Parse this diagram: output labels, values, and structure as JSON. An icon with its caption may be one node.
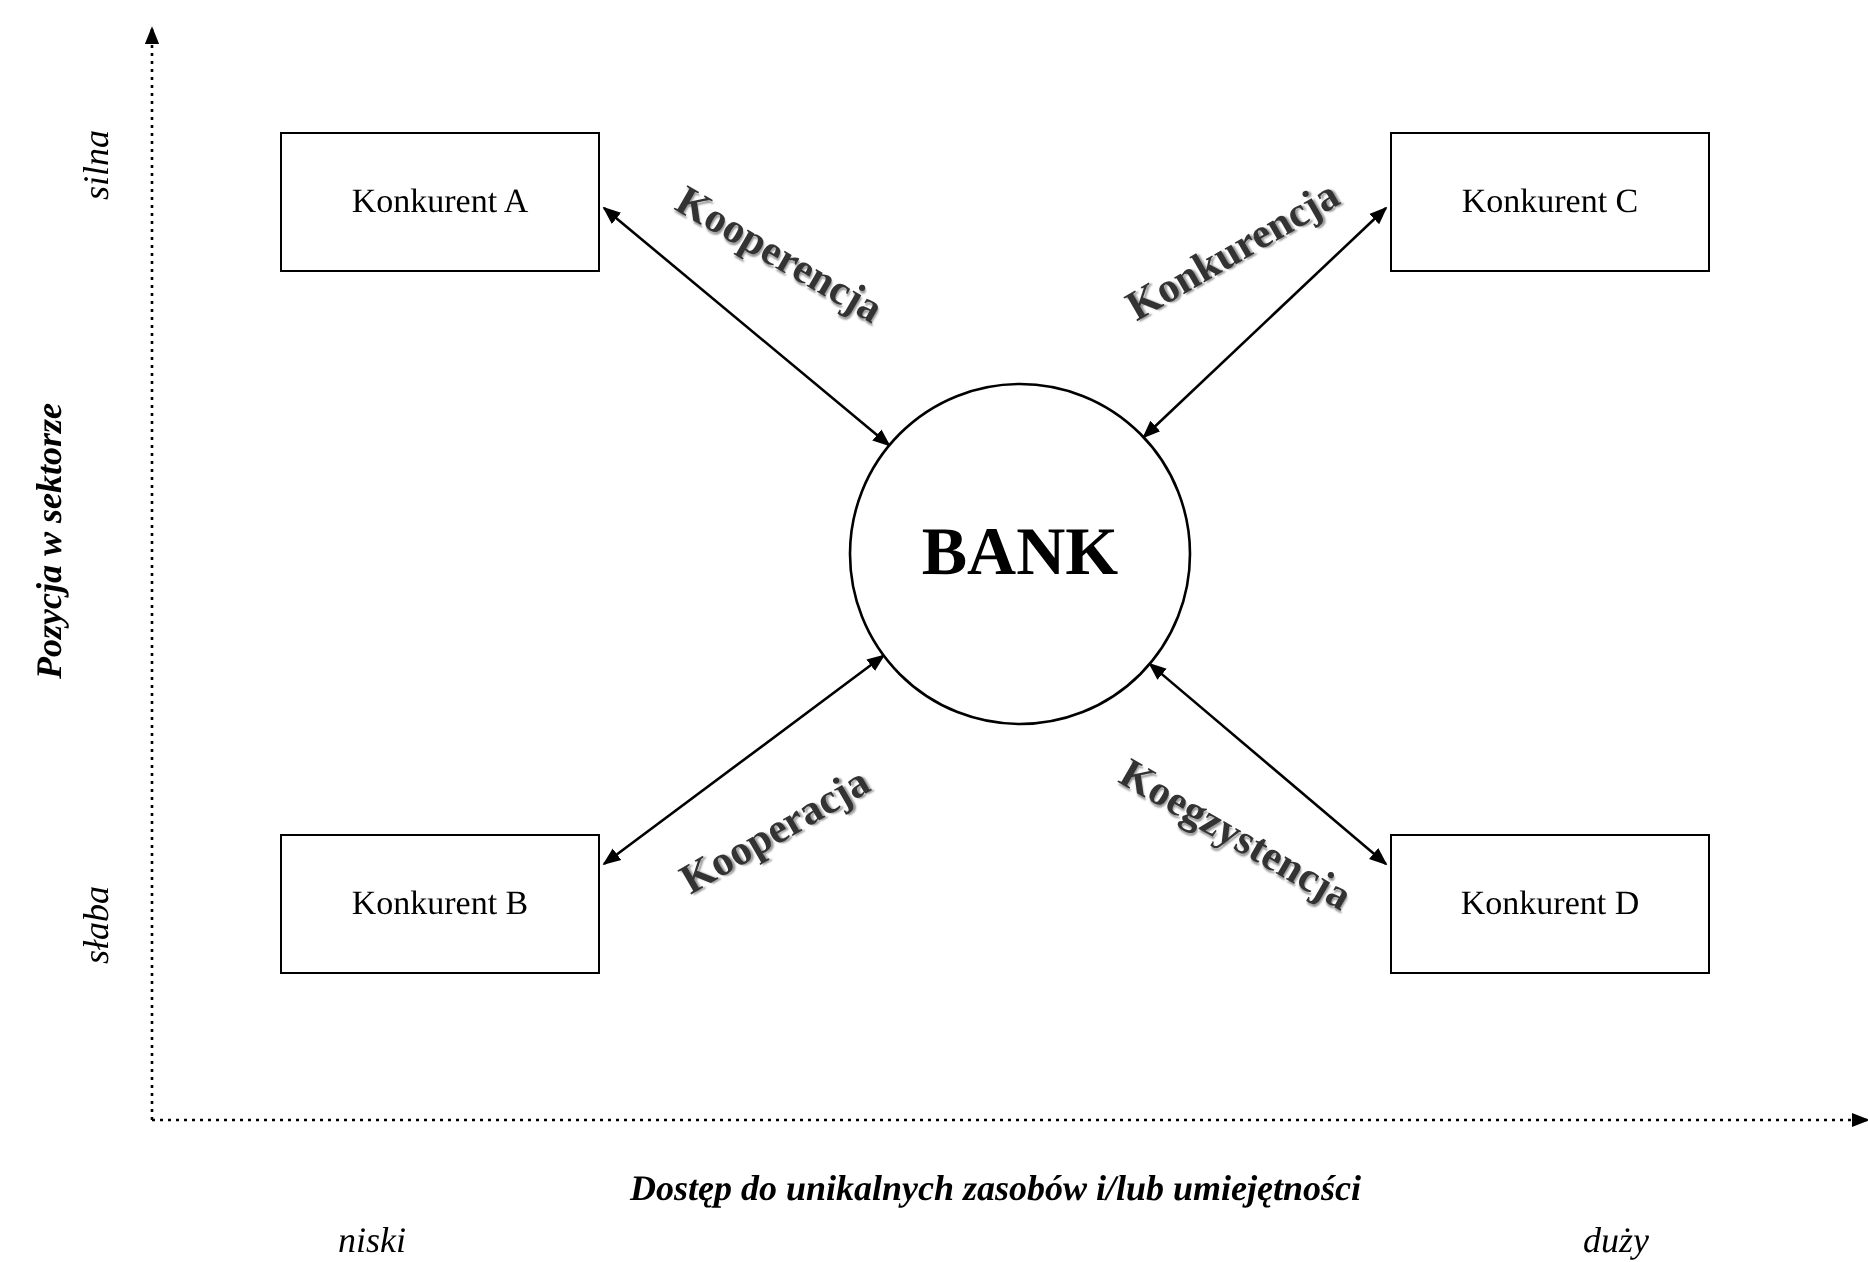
{
  "diagram": {
    "nodes": [
      {
        "text": [
          "Konkurent A"
        ]
      },
      {
        "text": [
          "Konkurent C"
        ]
      },
      {
        "text": [
          "BANK"
        ]
      },
      {
        "text": [
          "Konkurent B"
        ]
      },
      {
        "text": [
          "Konkurent D"
        ]
      }
    ],
    "edges": [
      {
        "from": 0,
        "to": 2,
        "arrow": "both",
        "label": "Kooperencja"
      },
      {
        "from": 1,
        "to": 2,
        "arrow": "both",
        "label": "Konkurencja"
      },
      {
        "from": 3,
        "to": 2,
        "arrow": "both",
        "label": "Kooperacja"
      },
      {
        "from": 4,
        "to": 2,
        "arrow": "both",
        "label": "Koegzystencja"
      }
    ],
    "labels": [
      "silna",
      "Pozycja w sektorze",
      "słaba",
      "Dostęp do unikalnych zasobów i/lub umiejętności",
      "niski",
      "duży"
    ]
  }
}
